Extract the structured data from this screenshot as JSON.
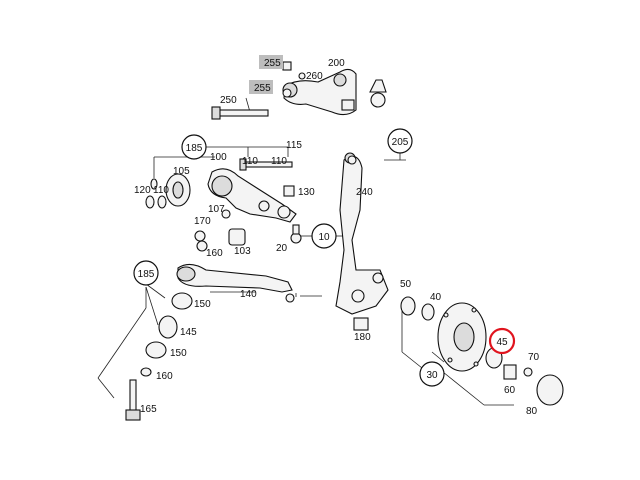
{
  "callouts": {
    "c185a": "185",
    "c185b": "185",
    "c205": "205",
    "c10": "10",
    "c30": "30",
    "c45": "45"
  },
  "labels": {
    "l255a": "255",
    "l255b": "255",
    "l260": "260",
    "l200": "200",
    "l250": "250",
    "l100": "100",
    "l110a": "110",
    "l115": "115",
    "l105": "105",
    "l120": "120",
    "l110b": "110",
    "l110c": "110",
    "l130": "130",
    "l240": "240",
    "l107": "107",
    "l170": "170",
    "l20": "20",
    "l103": "103",
    "l160a": "160",
    "l140": "140",
    "l150a": "150",
    "l145": "145",
    "l150b": "150",
    "l160b": "160",
    "l165": "165",
    "l180": "180",
    "l50": "50",
    "l40": "40",
    "l70": "70",
    "l60": "60",
    "l80": "80"
  },
  "highlight_color": "#e0141e"
}
